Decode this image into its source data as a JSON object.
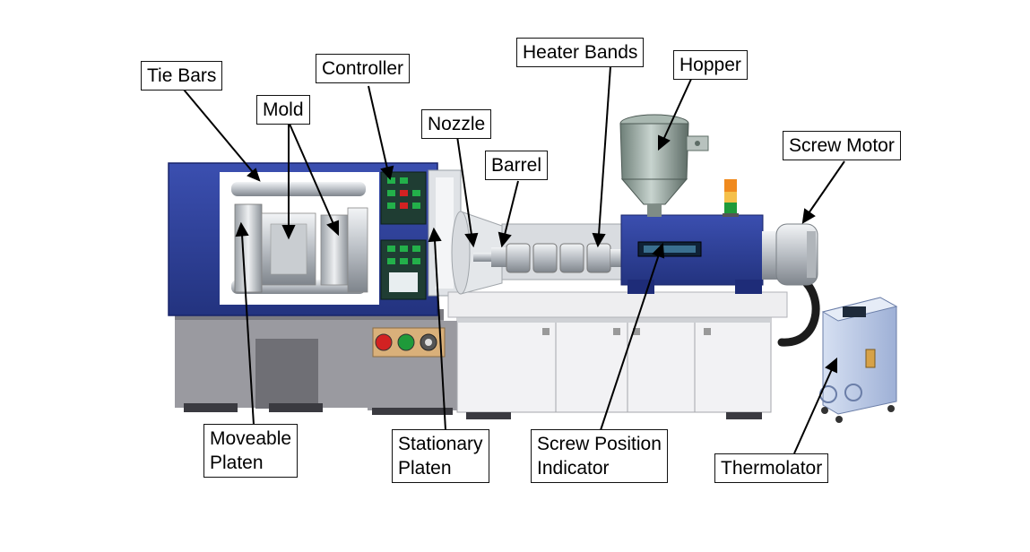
{
  "labels": {
    "tie_bars": "Tie Bars",
    "mold": "Mold",
    "controller": "Controller",
    "nozzle": "Nozzle",
    "barrel": "Barrel",
    "heater_bands": "Heater Bands",
    "hopper": "Hopper",
    "screw_motor": "Screw Motor",
    "moveable_platen": {
      "line1": "Moveable",
      "line2": "Platen"
    },
    "stationary_platen": {
      "line1": "Stationary",
      "line2": "Platen"
    },
    "screw_position_indicator": {
      "line1": "Screw Position",
      "line2": "Indicator"
    },
    "thermolator": "Thermolator"
  },
  "colors": {
    "machine_blue": "#2d3f9a",
    "machine_blue_dark": "#1e2c78",
    "base_gray": "#9a9aa0",
    "cabinet_white": "#f2f2f4",
    "steel": "#c8ccd0",
    "thermolator_blue": "#b9c8e6",
    "panel_dark": "#1f3d33",
    "led_green": "#23b04a",
    "led_red": "#d22222",
    "lamp_orange": "#f08a1e",
    "lamp_green": "#1f9a3a"
  }
}
